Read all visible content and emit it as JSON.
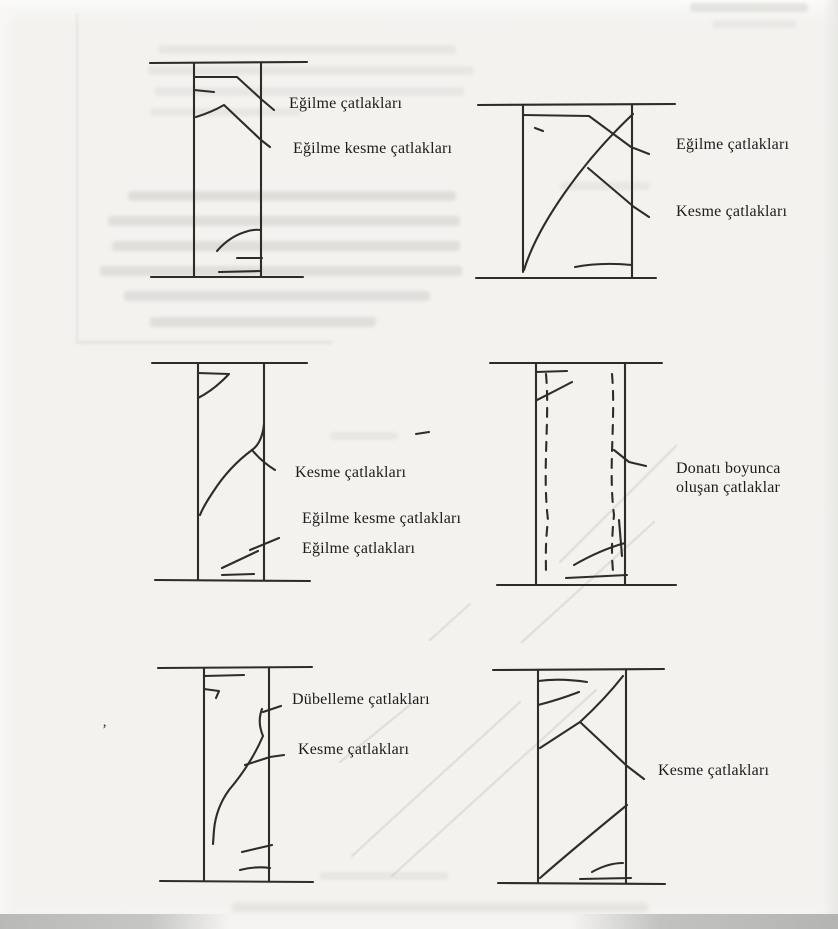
{
  "page": {
    "paper_color": "#f3f2ef",
    "ink_color": "#2e2c29",
    "bleed_color": "#9d9c96"
  },
  "diagrams": {
    "top_left": {
      "label_flexure": "Eğilme çatlakları",
      "label_flexure_shear": "Eğilme kesme çatlakları"
    },
    "top_right": {
      "label_flexure": "Eğilme çatlakları",
      "label_shear": "Kesme çatlakları"
    },
    "middle_left": {
      "label_shear": "Kesme çatlakları",
      "label_flexure_shear": "Eğilme kesme çatlakları",
      "label_flexure": "Eğilme çatlakları"
    },
    "middle_right": {
      "label_line1": "Donatı boyunca",
      "label_line2": "oluşan çatlaklar"
    },
    "bottom_left": {
      "label_dowel": "Dübelleme çatlakları",
      "label_shear": "Kesme çatlakları"
    },
    "bottom_right": {
      "label_shear": "Kesme çatlakları"
    }
  },
  "marks": {
    "stray_apostrophe": "’"
  }
}
